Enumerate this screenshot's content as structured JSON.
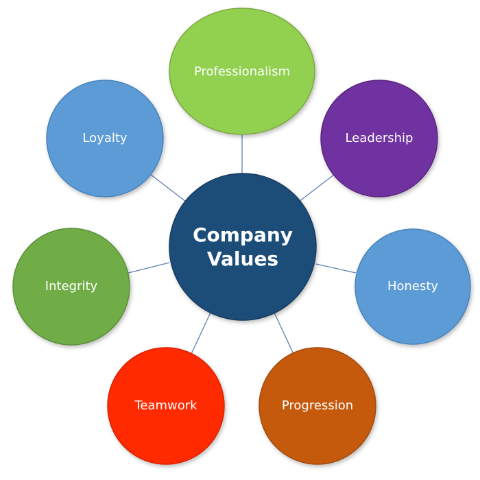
{
  "center": {
    "line1": "Company",
    "line2": "Values",
    "color": "#1f4e79"
  },
  "values": [
    {
      "id": "professionalism",
      "label": "Professionalism",
      "color": "#92d050"
    },
    {
      "id": "leadership",
      "label": "Leadership",
      "color": "#7030a0"
    },
    {
      "id": "honesty",
      "label": "Honesty",
      "color": "#5b9bd5"
    },
    {
      "id": "progression",
      "label": "Progression",
      "color": "#c55a11"
    },
    {
      "id": "teamwork",
      "label": "Teamwork",
      "color": "#ff2a00"
    },
    {
      "id": "integrity",
      "label": "Integrity",
      "color": "#70ad47"
    },
    {
      "id": "loyalty",
      "label": "Loyalty",
      "color": "#5b9bd5"
    }
  ]
}
